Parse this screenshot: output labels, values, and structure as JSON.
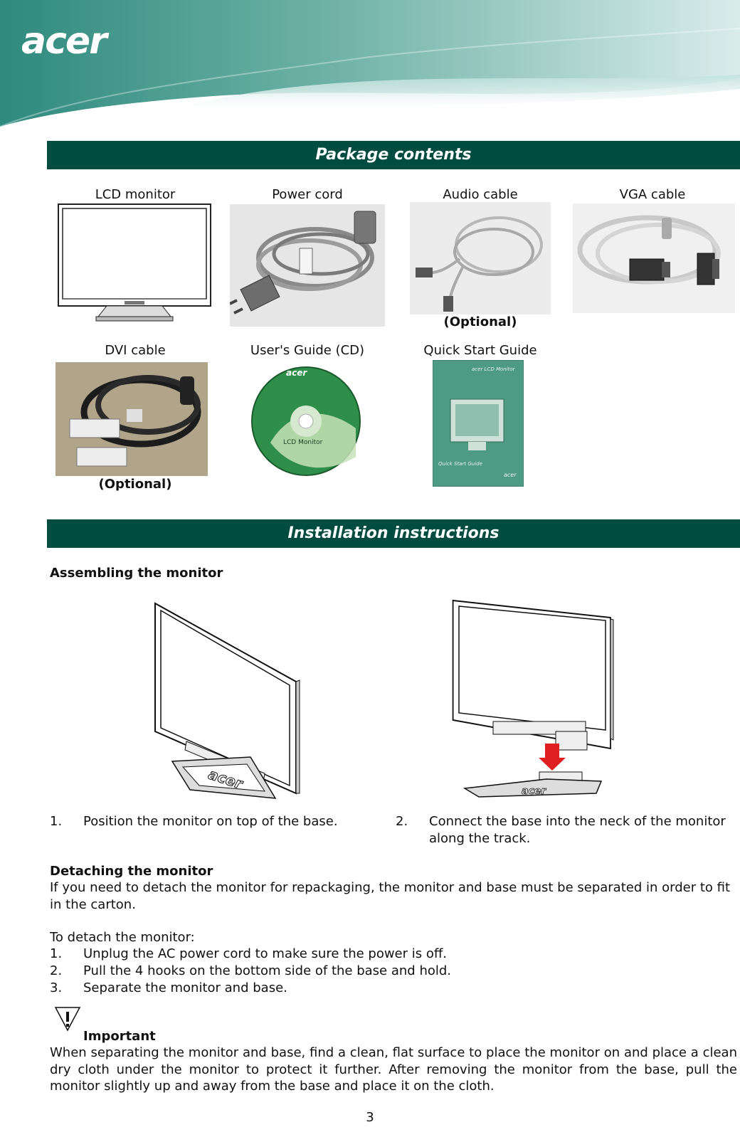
{
  "header": {
    "brand": "acer"
  },
  "package": {
    "title": "Package contents",
    "items": [
      {
        "label": "LCD monitor",
        "note": ""
      },
      {
        "label": "Power cord",
        "note": ""
      },
      {
        "label": "Audio cable",
        "note": "(Optional)"
      },
      {
        "label": "VGA cable",
        "note": ""
      },
      {
        "label": "DVI cable",
        "note": "(Optional)"
      },
      {
        "label": "User's Guide (CD)",
        "note": ""
      },
      {
        "label": "Quick Start Guide",
        "note": ""
      }
    ],
    "cd_title": "LCD Monitor",
    "guide_top": "acer LCD Monitor",
    "guide_bottom": "Quick Start Guide",
    "guide_brand": "acer"
  },
  "install": {
    "title": "Installation instructions",
    "assembling_heading": "Assembling the monitor",
    "steps": [
      {
        "num": "1.",
        "text": "Position the monitor on top of the base."
      },
      {
        "num": "2.",
        "text": "Connect the base into the neck of the monitor along the track."
      }
    ],
    "detaching_heading": "Detaching the monitor",
    "detaching_text": "If you need to detach the monitor for repackaging, the monitor and base must be separated in order to fit in the carton.",
    "to_detach": "To detach the monitor:",
    "detach_steps": [
      {
        "num": "1.",
        "text": "Unplug the AC power cord to make sure the power is off."
      },
      {
        "num": "2.",
        "text": "Pull the 4 hooks on the bottom side of the base and hold."
      },
      {
        "num": "3.",
        "text": "Separate the monitor and base."
      }
    ],
    "important_label": "Important",
    "important_text": "When separating the monitor and base, find a clean, flat surface to place the monitor on and place a clean dry cloth under the monitor to protect it further. After removing the monitor from the base, pull the monitor slightly up and away from the base and place it on the cloth."
  },
  "footer": {
    "page_number": "3"
  },
  "colors": {
    "bar": "#004c40",
    "banner_light": "#a9d3cd",
    "banner_dark": "#2e8a7c",
    "arrow": "#e02020"
  }
}
